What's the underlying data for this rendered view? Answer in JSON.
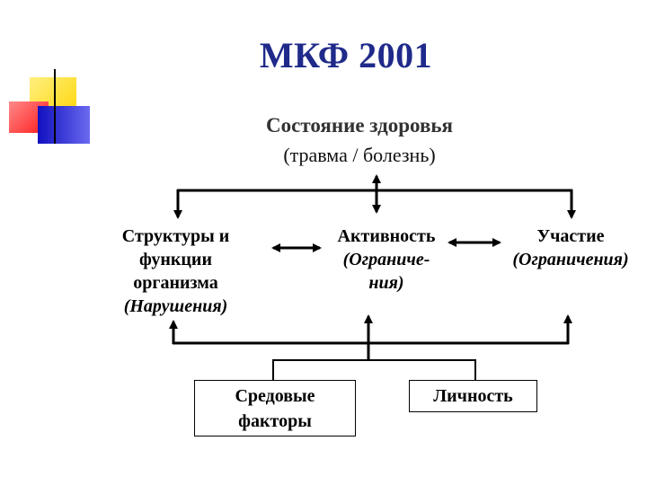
{
  "title": "МКФ 2001",
  "health": {
    "main": "Состояние здоровья",
    "sub": "(травма / болезнь)"
  },
  "nodes": {
    "structures": {
      "line1": "Структуры и",
      "line2": "функции",
      "line3": "организма",
      "line4": "(Нарушения)"
    },
    "activity": {
      "line1": "Активность",
      "line2": "(Ограниче-",
      "line3": "ния)"
    },
    "participation": {
      "line1": "Участие",
      "line2": "(Ограничения)"
    }
  },
  "factors": {
    "environmental": {
      "line1": "Средовые",
      "line2": "факторы"
    },
    "personal": "Личность"
  },
  "colors": {
    "title": "#1f2a8a",
    "yellow": "#ffdd00",
    "red": "#ff2020",
    "blue": "#2020cc"
  }
}
